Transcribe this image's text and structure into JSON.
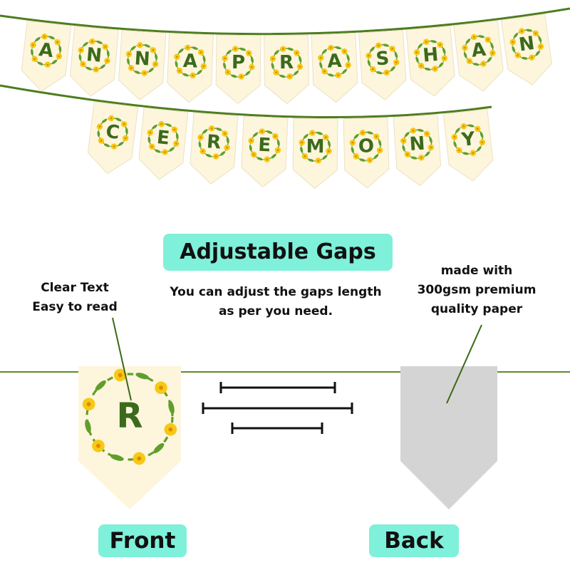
{
  "banner": {
    "row1_letters": [
      "A",
      "N",
      "N",
      "A",
      "P",
      "R",
      "A",
      "S",
      "H",
      "A",
      "N"
    ],
    "row2_letters": [
      "C",
      "E",
      "R",
      "E",
      "M",
      "O",
      "N",
      "Y"
    ],
    "string_color": "#4d7d1f",
    "pennant_color": "#fdf5dc",
    "letter_color": "#3b6a1c",
    "flower_color": "#f5c916",
    "leaf_color": "#5f9e2c"
  },
  "heading": {
    "title": "Adjustable Gaps",
    "pill_color": "#7ff0d9"
  },
  "notes": {
    "clear_text": [
      "Clear Text",
      "Easy to read"
    ],
    "gaps": [
      "You can adjust the gaps length",
      "as per you need."
    ],
    "paper": [
      "made with",
      "300gsm premium",
      "quality paper"
    ]
  },
  "front": {
    "letter": "R",
    "label": "Front"
  },
  "back": {
    "label": "Back",
    "color": "#d4d4d4"
  }
}
